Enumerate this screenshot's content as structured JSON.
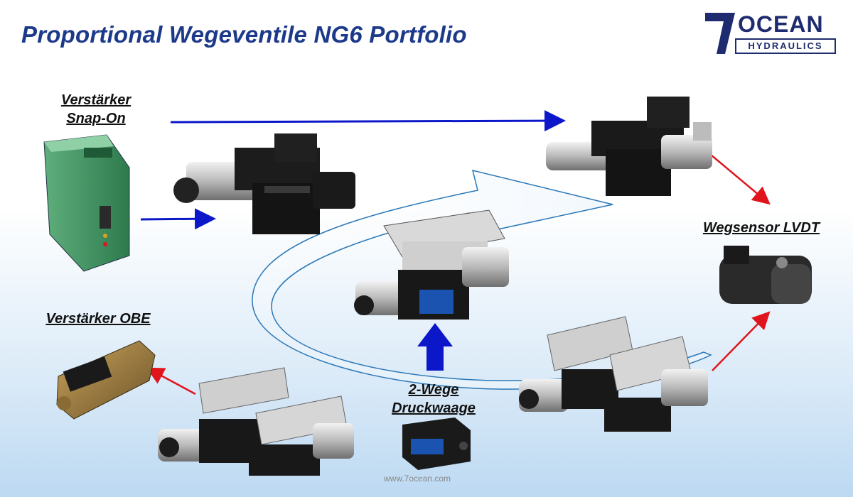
{
  "slide": {
    "title": "Proportional Wegeventile NG6 Portfolio",
    "footer": "www.7ocean.com"
  },
  "logo": {
    "mark": "7",
    "name": "OCEAN",
    "subtitle": "HYDRAULICS"
  },
  "labels": {
    "snap_on_line1": "Verstärker",
    "snap_on_line2": "Snap-On",
    "obe": "Verstärker OBE",
    "lvdt": "Wegsensor  LVDT",
    "druckwaage_line1": "2-Wege",
    "druckwaage_line2": "Druckwaage"
  },
  "colors": {
    "title": "#1d3a8a",
    "arrow_blue": "#0b17c9",
    "arrow_red": "#e0141c",
    "circle_arrow": "#2a78b8"
  }
}
